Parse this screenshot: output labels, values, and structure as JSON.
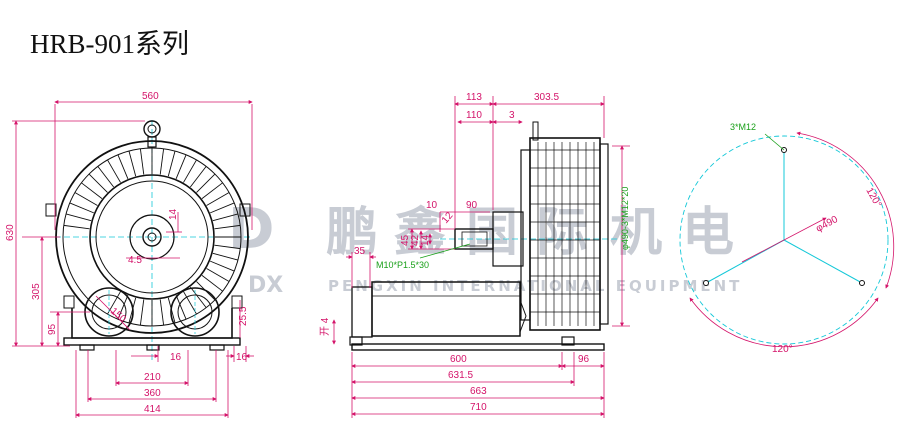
{
  "title": "HRB-901系列",
  "watermark": {
    "chars": [
      "鹏",
      "鑫",
      "国",
      "际",
      "机",
      "电"
    ],
    "english": "PENGXIN  INTERNATIONAL  EQUIPMENT",
    "logo": "DX"
  },
  "front": {
    "width_overall": "560",
    "height_overall": "630",
    "height_305": "305",
    "height_95": "95",
    "dim_14": "14",
    "dim_4_5": "4.5",
    "dim_150": "150",
    "dim_25_5": "25.5",
    "dim_16a": "16",
    "dim_16b": "16",
    "base_210": "210",
    "base_360": "360",
    "base_414": "414"
  },
  "side": {
    "dim_113": "113",
    "dim_303_5": "303.5",
    "dim_110": "110",
    "dim_3": "3",
    "dim_10": "10",
    "dim_90": "90",
    "dim_45": "45",
    "dim_42": "42",
    "dim_14": "14",
    "dim_12": "12",
    "dim_35": "35",
    "thread": "M10*P1.5*30",
    "flange": "φ490-3*M12*20",
    "foot": "开 4",
    "base_600": "600",
    "base_96": "96",
    "base_631_5": "631.5",
    "base_663": "663",
    "base_710": "710"
  },
  "flange": {
    "holes": "3*M12",
    "pcd": "φ490",
    "angle_right": "120°",
    "angle_bottom": "120°"
  },
  "colors": {
    "line": "#111111",
    "dimension": "#d4146a",
    "center": "#14c8d8",
    "green": "#1aa01a"
  }
}
